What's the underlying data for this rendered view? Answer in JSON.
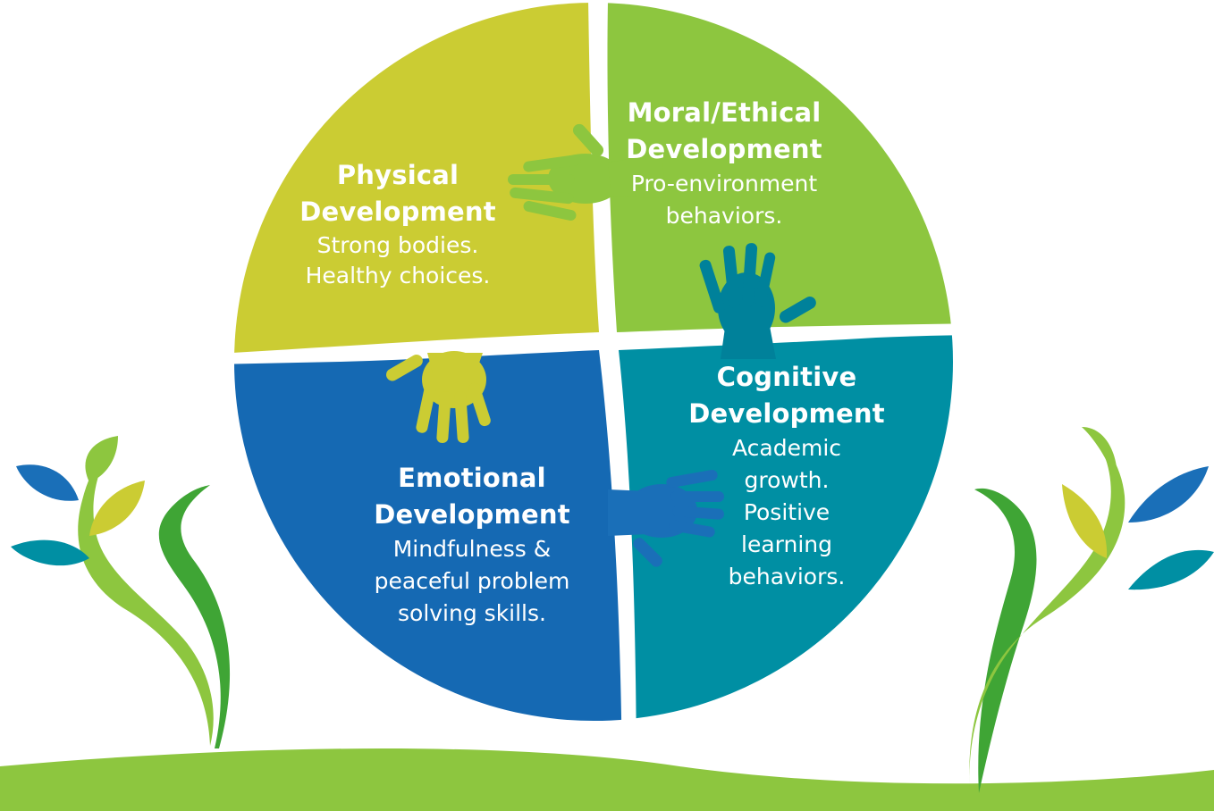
{
  "diagram": {
    "quadrants": [
      {
        "id": "physical",
        "title_line1": "Physical",
        "title_line2": "Development",
        "desc_line1": "Strong bodies.",
        "desc_line2": "Healthy choices.",
        "color": "#cbcc33"
      },
      {
        "id": "moral",
        "title_line1": "Moral/Ethical",
        "title_line2": "Development",
        "desc_line1": "Pro-environment",
        "desc_line2": "behaviors.",
        "color": "#8dc63f"
      },
      {
        "id": "cognitive",
        "title_line1": "Cognitive",
        "title_line2": "Development",
        "desc_line1": "Academic",
        "desc_line2": "growth.",
        "desc_line3": "Positive",
        "desc_line4": "learning",
        "desc_line5": "behaviors.",
        "color": "#008fa3"
      },
      {
        "id": "emotional",
        "title_line1": "Emotional",
        "title_line2": "Development",
        "desc_line1": "Mindfulness &",
        "desc_line2": "peaceful problem",
        "desc_line3": "solving skills.",
        "color": "#1569b3"
      }
    ],
    "hands": [
      {
        "id": "hand-green",
        "color": "#8dc63f"
      },
      {
        "id": "hand-teal",
        "color": "#00819a"
      },
      {
        "id": "hand-blue",
        "color": "#1a6fb8"
      },
      {
        "id": "hand-yellow",
        "color": "#cbcc33"
      }
    ],
    "decorations": {
      "ground_color": "#8dc63f",
      "vine_colors": [
        "#3fa535",
        "#8dc63f"
      ],
      "leaf_colors": [
        "#1a6fb8",
        "#8dc63f",
        "#cbcc33",
        "#008fa3"
      ]
    }
  }
}
